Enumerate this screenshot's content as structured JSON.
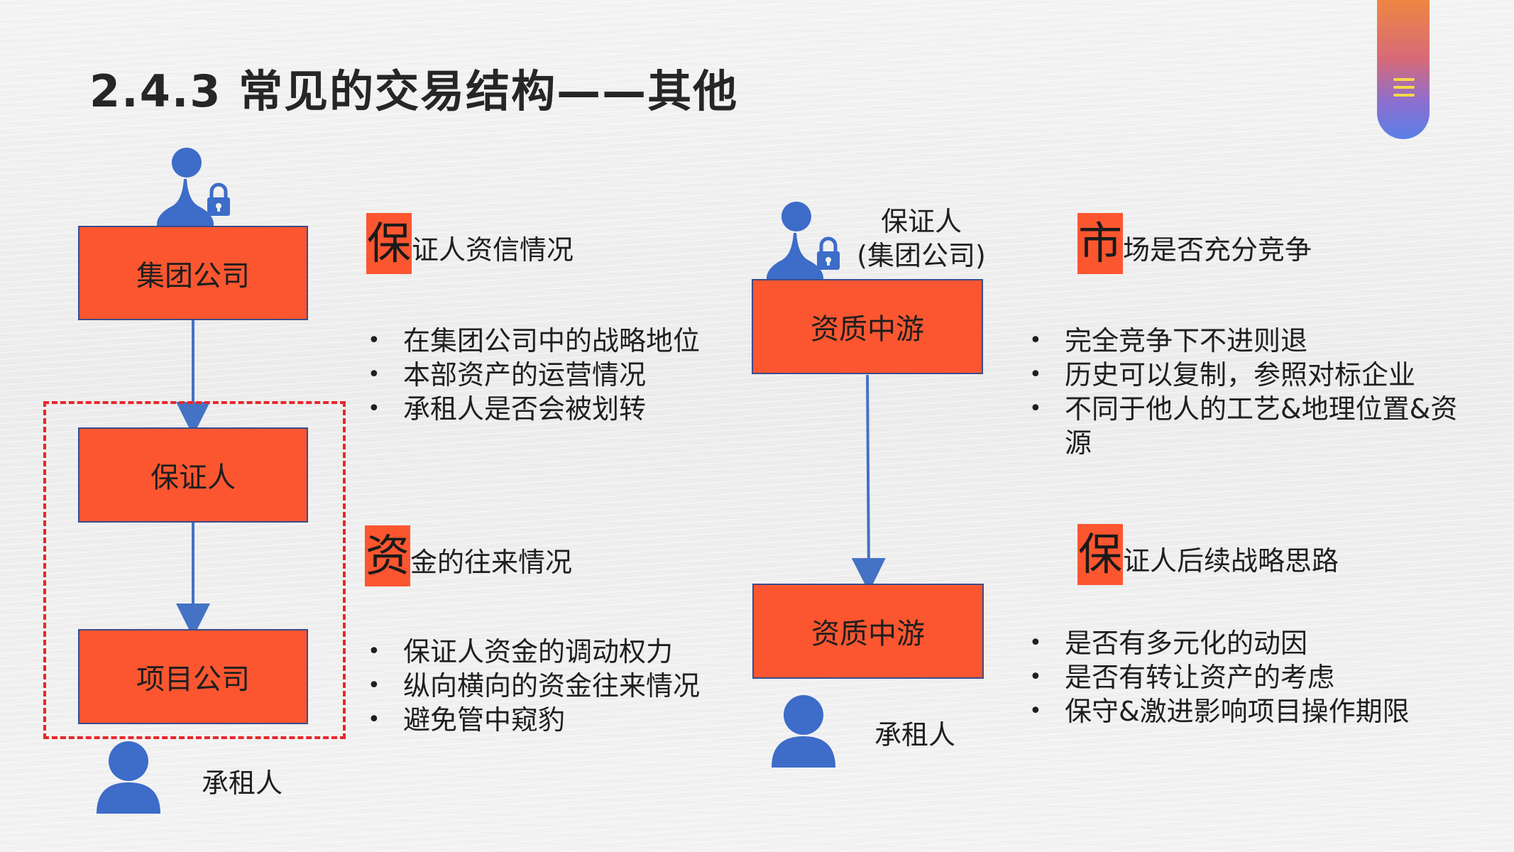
{
  "title": "2.4.3 常见的交易结构——其他",
  "left_diagram": {
    "top_box": "集团公司",
    "middle_box": "保证人",
    "bottom_box": "项目公司",
    "tenant_label": "承租人"
  },
  "right_diagram": {
    "guarantor_label_line1": "保证人",
    "guarantor_label_line2": "(集团公司)",
    "top_box": "资质中游",
    "bottom_box": "资质中游",
    "tenant_label": "承租人"
  },
  "section1": {
    "first_char": "保",
    "rest": "证人资信情况",
    "bullets": [
      "在集团公司中的战略地位",
      "本部资产的运营情况",
      "承租人是否会被划转"
    ]
  },
  "section2": {
    "first_char": "资",
    "rest": "金的往来情况",
    "bullets": [
      "保证人资金的调动权力",
      "纵向横向的资金往来情况",
      "避免管中窥豹"
    ]
  },
  "section3": {
    "first_char": "市",
    "rest": "场是否充分竞争",
    "bullets": [
      "完全竞争下不进则退",
      "历史可以复制，参照对标企业",
      "不同于他人的工艺&地理位置&资",
      "源"
    ]
  },
  "section4": {
    "first_char": "保",
    "rest": "证人后续战略思路",
    "bullets": [
      "是否有多元化的动因",
      "是否有转让资产的考虑",
      "保守&激进影响项目操作期限"
    ]
  },
  "bullet_symbol": "•",
  "colors": {
    "box_fill": "#fb5630",
    "box_border": "#3b4c8c",
    "arrow": "#4472c4",
    "person_icon": "#3d6cc9",
    "dashed_border": "#e8262a"
  },
  "icons": [
    "person-lock-icon",
    "person-icon",
    "menu-icon"
  ]
}
